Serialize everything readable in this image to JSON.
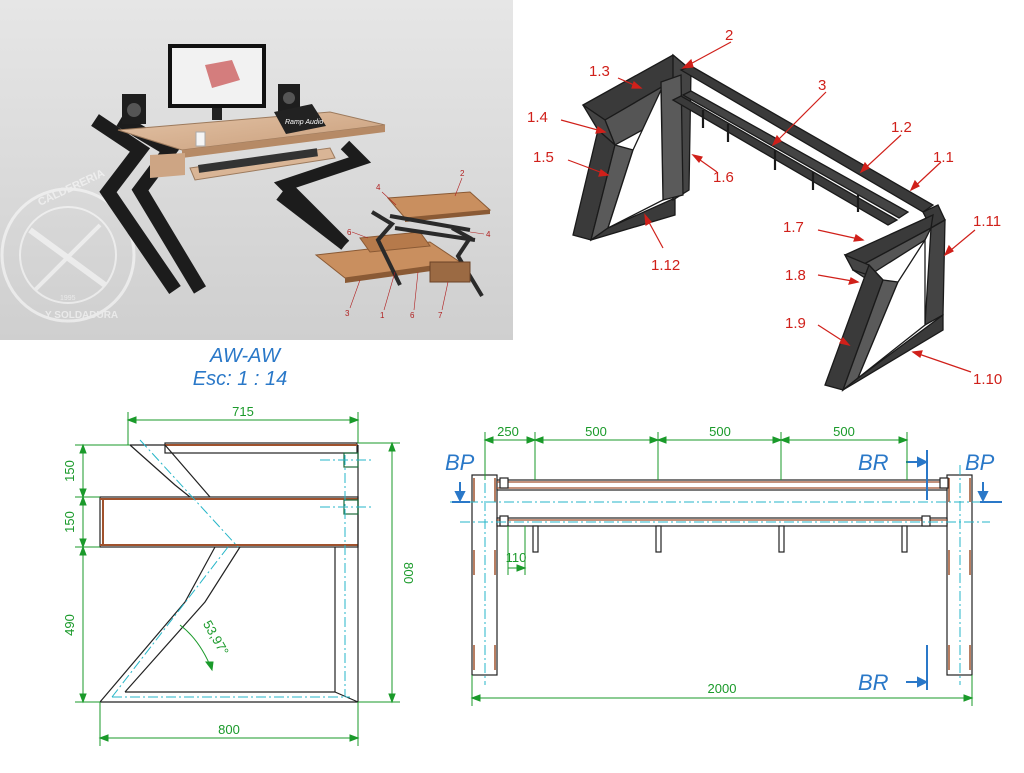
{
  "render": {
    "watermark_top": "CALDERERIA",
    "watermark_bottom": "Y SOLDADURA",
    "watermark_year": "1995",
    "monitor_text": "Ramp Audio",
    "part_labels": [
      "2",
      "4",
      "4",
      "6",
      "3",
      "1",
      "6",
      "7"
    ]
  },
  "iso": {
    "callouts": [
      "2",
      "3",
      "1.3",
      "1.4",
      "1.5",
      "1.6",
      "1.2",
      "1.1",
      "1.12",
      "1.7",
      "1.11",
      "1.8",
      "1.9",
      "1.10"
    ]
  },
  "side_view": {
    "section_title": "AW-AW",
    "scale": "Esc: 1 : 14",
    "dim_top": "715",
    "dim_150a": "150",
    "dim_150b": "150",
    "dim_490": "490",
    "dim_800_height": "800",
    "dim_800_width": "800",
    "angle": "53,97°"
  },
  "front_view": {
    "dim_250": "250",
    "dim_500a": "500",
    "dim_500b": "500",
    "dim_500c": "500",
    "dim_110": "110",
    "dim_2000": "2000",
    "bp_left": "BP",
    "bp_right": "BP",
    "br_top": "BR",
    "br_bottom": "BR"
  },
  "colors": {
    "callout_red": "#d0201a",
    "dim_green": "#1a9a2a",
    "title_blue": "#2a78c8",
    "centerline_cyan": "#26b6c8",
    "wood_brown": "#a0522d",
    "frame_dark": "#3a3a3a"
  }
}
